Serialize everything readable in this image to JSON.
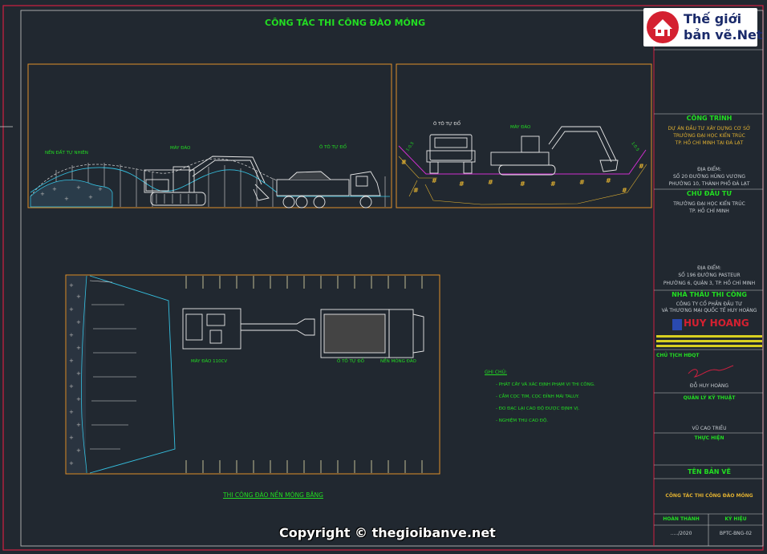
{
  "drawing": {
    "title": "CÔNG TÁC THI CÔNG ĐÀO MÓNG",
    "left_section": {
      "label_ground": "NỀN ĐẤT TỰ NHIÊN",
      "label_excavator": "MÁY ĐÀO",
      "label_truck": "Ô TÔ TỰ ĐỔ"
    },
    "right_section": {
      "label_truck": "Ô TÔ TỰ ĐỔ",
      "label_excavator": "MÁY ĐÀO",
      "slope_left": "1:0.5",
      "slope_right": "1:0.5"
    },
    "plan": {
      "label_excavator": "MÁY ĐÀO 110CV",
      "label_truck": "Ô TÔ TỰ ĐỔ",
      "label_foundation": "NỀN MÓNG ĐÀO",
      "caption": "THI CÔNG ĐÀO NỀN MÓNG BĂNG"
    },
    "notes": {
      "heading": "GHI CHÚ:",
      "items": [
        "- PHÁT CÂY VÀ XÁC ĐỊNH PHẠM VI THI CÔNG.",
        "- CẮM CỌC TIM, CỌC ĐỈNH MÁI TALUY.",
        "- ĐO ĐẠC LẠI CAO ĐỘ ĐƯỢC ĐỊNH VỊ.",
        "- NGHIỆM THU CAO ĐỘ."
      ]
    }
  },
  "logo": {
    "line1": "Thế giới",
    "line2": "bản vẽ.Net"
  },
  "title_block": {
    "project_heading": "CÔNG TRÌNH",
    "project_lines": [
      "DỰ ÁN ĐẦU TƯ XÂY DỰNG CƠ SỞ",
      "TRƯỜNG ĐẠI HỌC KIẾN TRÚC",
      "TP. HỒ CHÍ MINH TẠI ĐÀ LẠT"
    ],
    "project_addr_label": "ĐỊA ĐIỂM:",
    "project_addr_lines": [
      "SỐ 20 ĐƯỜNG HÙNG VƯƠNG",
      "PHƯỜNG 10, THÀNH PHỐ ĐÀ LẠT"
    ],
    "owner_heading": "CHỦ ĐẦU TƯ",
    "owner_lines": [
      "TRƯỜNG ĐẠI HỌC KIẾN TRÚC",
      "TP. HỒ CHÍ MINH"
    ],
    "owner_addr_label": "ĐỊA ĐIỂM:",
    "owner_addr_lines": [
      "SỐ 196 ĐƯỜNG PASTEUR",
      "PHƯỜNG 6, QUẬN 3, TP. HỒ CHÍ MINH"
    ],
    "contractor_heading": "NHÀ THẦU THI CÔNG",
    "contractor_lines": [
      "CÔNG TY CỔ PHẦN ĐẦU TƯ",
      "VÀ THƯƠNG MẠI QUỐC TẾ HUY HOÀNG"
    ],
    "contractor_logo": "HUY HOANG",
    "chairman_label": "CHỦ TỊCH HĐQT",
    "chairman_name": "ĐỖ HUY HOÀNG",
    "tech_label": "QUẢN LÝ KỸ THUẬT",
    "tech_name": "VŨ CAO TRIỀU",
    "exec_label": "THỰC HIỆN",
    "drawing_name_heading": "TÊN BẢN VẼ",
    "drawing_name": "CÔNG TÁC THI CÔNG ĐÀO MÓNG",
    "completed_label": "HOÀN THÀNH",
    "symbol_label": "KÝ HIỆU",
    "completed_value": "...../2020",
    "symbol_value": "BPTC-BNG-02"
  },
  "watermark": "Copyright © thegioibanve.net"
}
